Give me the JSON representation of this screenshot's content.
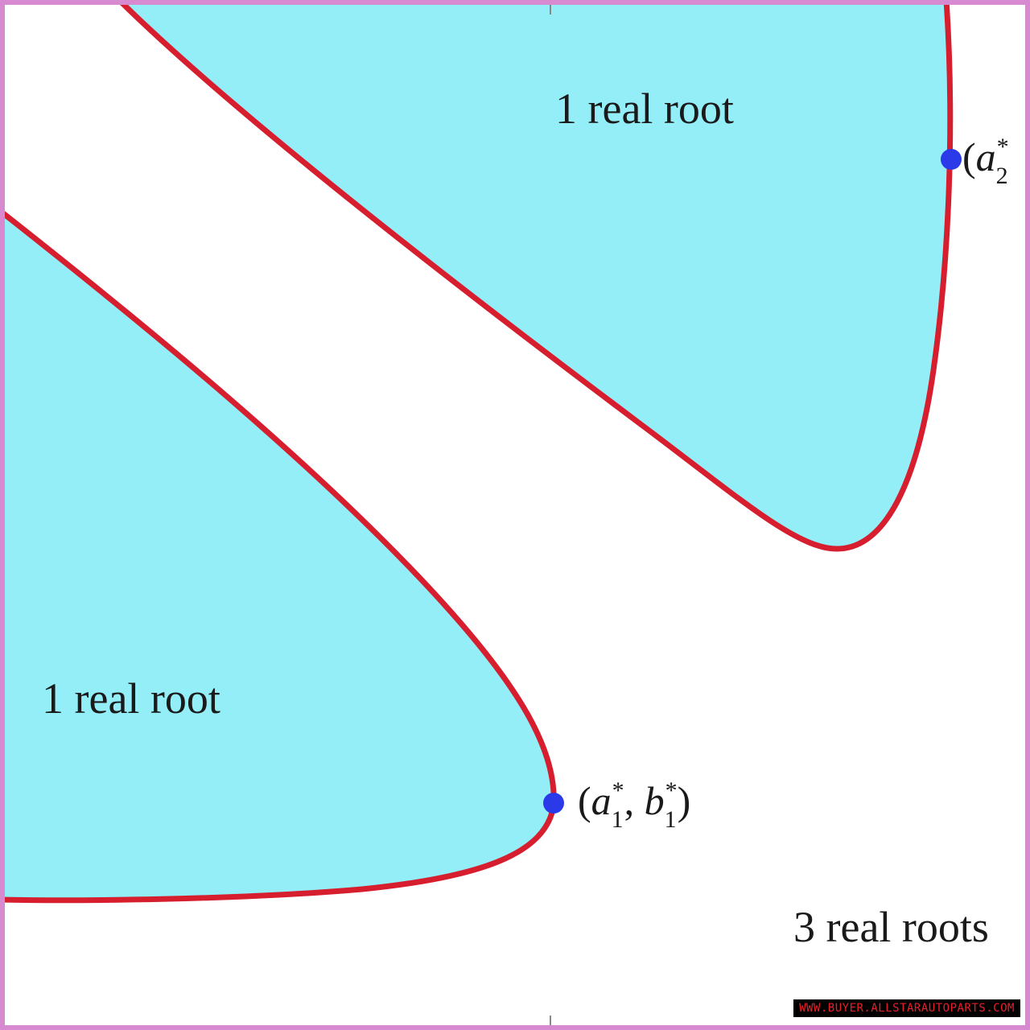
{
  "regions": [
    {
      "label": "1 real root",
      "fill": "#93eef8"
    },
    {
      "label": "1 real root",
      "fill": "#93eef8"
    },
    {
      "label": "3 real roots",
      "fill": "#ffffff"
    }
  ],
  "points": [
    {
      "name": "a",
      "sub": "1",
      "name2": "b",
      "sub2": "1",
      "color": "#2a3ae8"
    },
    {
      "name": "a",
      "sub": "2",
      "color": "#2a3ae8"
    }
  ],
  "boundary_color": "#d61e2e",
  "border_color": "#d88ad0",
  "watermark": "WWW.BUYER.ALLSTARAUTOPARTS.COM"
}
